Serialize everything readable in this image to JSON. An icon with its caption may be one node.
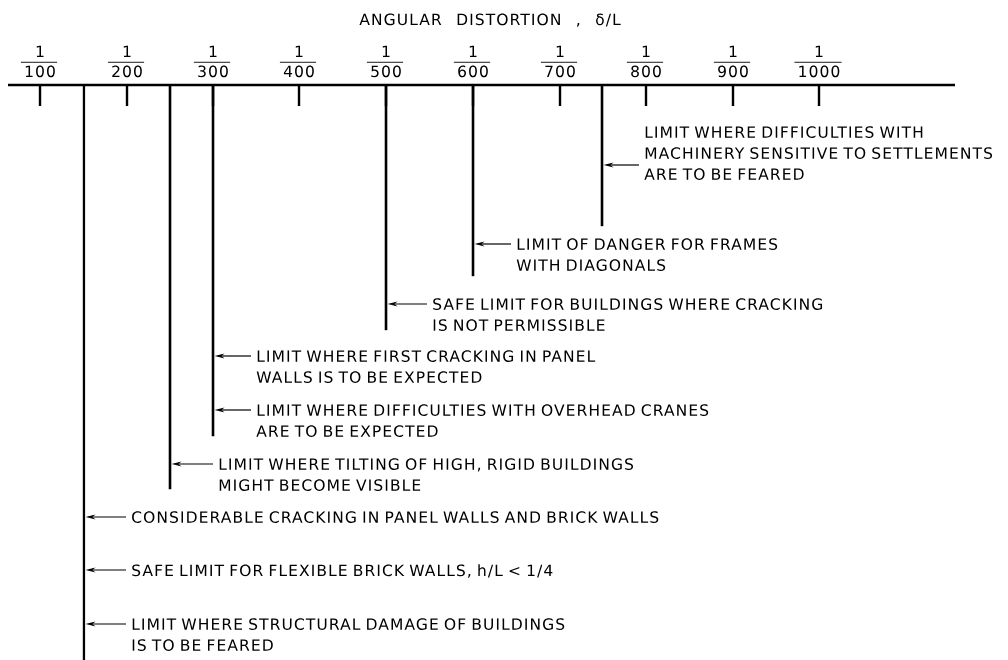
{
  "diagram": {
    "title": "ANGULAR DISTORTION ,  δ/L",
    "nodes": [
      {
        "text": [],
        "shape": "bar"
      },
      {
        "text": [],
        "shape": "bar"
      },
      {
        "text": [],
        "shape": "bar"
      },
      {
        "text": [],
        "shape": "bar"
      },
      {
        "text": [],
        "shape": "bar"
      },
      {
        "text": [],
        "shape": "bar"
      },
      {
        "text": [
          "LIMIT WHERE DIFFICULTIES WITH MACHINERY SENSITIVE TO SETTLEMENTS ARE TO BE FEARED"
        ]
      },
      {
        "text": [
          "LIMIT OF DANGER FOR FRAMES WITH DIAGONALS"
        ]
      },
      {
        "text": [
          "SAFE LIMIT FOR BUILDINGS WHERE CRACKING IS NOT PERMISSIBLE"
        ]
      },
      {
        "text": [
          "LIMIT WHERE FIRST CRACKING IN PANEL WALLS IS TO BE EXPECTED"
        ]
      },
      {
        "text": [
          "LIMIT WHERE DIFFICULTIES WITH OVERHEAD CRANES ARE TO BE EXPECTED"
        ]
      },
      {
        "text": [
          "LIMIT WHERE TILTING OF HIGH, RIGID BUILDINGS MIGHT BECOME VISIBLE"
        ]
      },
      {
        "text": [
          "CONSIDERABLE CRACKING IN PANEL WALLS AND BRICK WALLS"
        ]
      },
      {
        "text": [
          "SAFE LIMIT FOR FLEXIBLE BRICK WALLS, h/L  < 1/4"
        ]
      },
      {
        "text": [
          "LIMIT WHERE STRUCTURAL DAMAGE OF BUILDINGS IS TO BE FEARED"
        ]
      }
    ],
    "edges": [
      {
        "from": 6,
        "to": 5,
        "arrow": "to"
      },
      {
        "from": 7,
        "to": 4,
        "arrow": "to"
      },
      {
        "from": 8,
        "to": 3,
        "arrow": "to"
      },
      {
        "from": 9,
        "to": 2,
        "arrow": "to"
      },
      {
        "from": 10,
        "to": 2,
        "arrow": "to"
      },
      {
        "from": 11,
        "to": 1,
        "arrow": "to"
      },
      {
        "from": 12,
        "to": 0,
        "arrow": "to"
      },
      {
        "from": 13,
        "to": 0,
        "arrow": "to"
      },
      {
        "from": 14,
        "to": 0,
        "arrow": "to"
      }
    ],
    "labels": [
      "1",
      "100",
      "1",
      "200",
      "1",
      "300",
      "1",
      "400",
      "1",
      "500",
      "1",
      "600",
      "1",
      "700",
      "1",
      "800",
      "1",
      "900",
      "1",
      "1000"
    ]
  }
}
